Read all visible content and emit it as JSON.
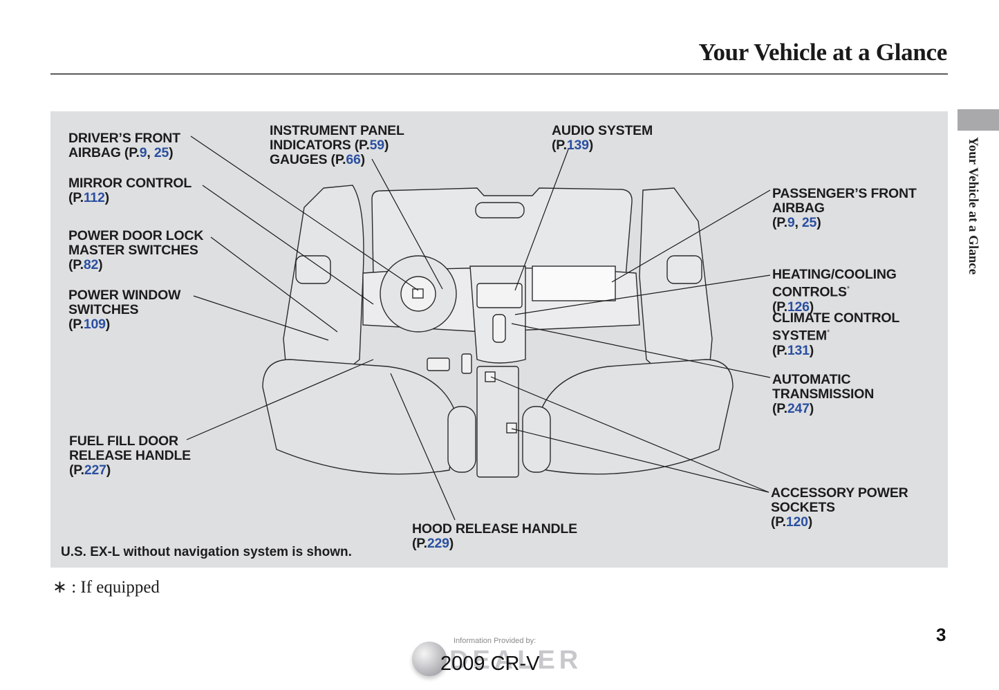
{
  "header": {
    "title": "Your Vehicle at a Glance",
    "side_tab_label": "Your Vehicle at a Glance"
  },
  "callouts": {
    "drivers_airbag": {
      "lines": [
        "DRIVER’S FRONT",
        "AIRBAG (P."
      ],
      "pages": [
        "9",
        "25"
      ]
    },
    "mirror_control": {
      "title": "MIRROR CONTROL",
      "page": "112"
    },
    "door_lock": {
      "title1": "POWER DOOR LOCK",
      "title2": "MASTER SWITCHES",
      "page": "82"
    },
    "power_window": {
      "title1": "POWER WINDOW",
      "title2": "SWITCHES",
      "page": "109"
    },
    "fuel_door": {
      "title1": "FUEL FILL DOOR",
      "title2": "RELEASE HANDLE",
      "page": "227"
    },
    "instrument_panel": {
      "title1": "INSTRUMENT PANEL",
      "title2": "INDICATORS",
      "page1": "59",
      "title3": "GAUGES",
      "page2": "66"
    },
    "audio": {
      "title": "AUDIO SYSTEM",
      "page": "139"
    },
    "passengers_airbag": {
      "title1": "PASSENGER’S FRONT",
      "title2": "AIRBAG",
      "pages": [
        "9",
        "25"
      ]
    },
    "heating_cooling": {
      "title1": "HEATING/COOLING",
      "title2": "CONTROLS",
      "page": "126",
      "asterisk": "*"
    },
    "climate_control": {
      "title1": "CLIMATE CONTROL",
      "title2": "SYSTEM",
      "page": "131",
      "asterisk": "*"
    },
    "transmission": {
      "title1": "AUTOMATIC",
      "title2": "TRANSMISSION",
      "page": "247"
    },
    "power_sockets": {
      "title1": "ACCESSORY POWER",
      "title2": "SOCKETS",
      "page": "120"
    },
    "hood_release": {
      "title": "HOOD RELEASE HANDLE",
      "page": "229"
    }
  },
  "page_prefix": "(P.",
  "page_suffix": ")",
  "comma": ", ",
  "note": "U.S. EX-L without navigation system is shown.",
  "footnote": "∗ :  If equipped",
  "page_number": "3",
  "watermark": {
    "info": "Information Provided by:",
    "logo": "DEALER",
    "model": "2009  CR-V"
  },
  "colors": {
    "page_link": "#2a4fa0",
    "panel_bg": "#dedfe1",
    "side_tab": "#a9a9ab"
  }
}
